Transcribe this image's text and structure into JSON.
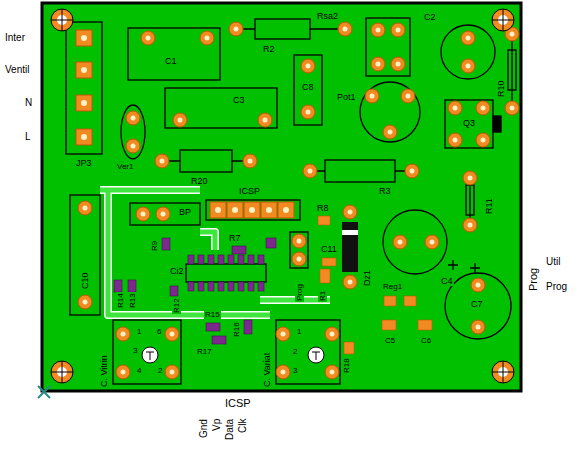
{
  "diagram": {
    "labels": [
      "Inter",
      "Ventil",
      "N",
      "L",
      "JP3",
      "C1",
      "R2",
      "Rsa2",
      "C2",
      "R10",
      "C8",
      "C3",
      "Pot1",
      "Q3",
      "Ver1",
      "R20",
      "R3",
      "R11",
      "ICSP",
      "R8",
      "BP",
      "R9",
      "R7",
      "C11",
      "Dz1",
      "C4",
      "Prog",
      "R1",
      "Ci2",
      "C10",
      "R14",
      "R13",
      "R12",
      "R15",
      "R16",
      "R17",
      "C. Vitrin",
      "C. Variat",
      "R18",
      "Reg1",
      "C5",
      "C6",
      "C7",
      "1",
      "6",
      "3",
      "4",
      "2",
      "1",
      "2",
      "3",
      "ICSP",
      "Gnd",
      "Vp",
      "Data",
      "Clk",
      "Prog",
      "Util",
      "Prog"
    ]
  }
}
